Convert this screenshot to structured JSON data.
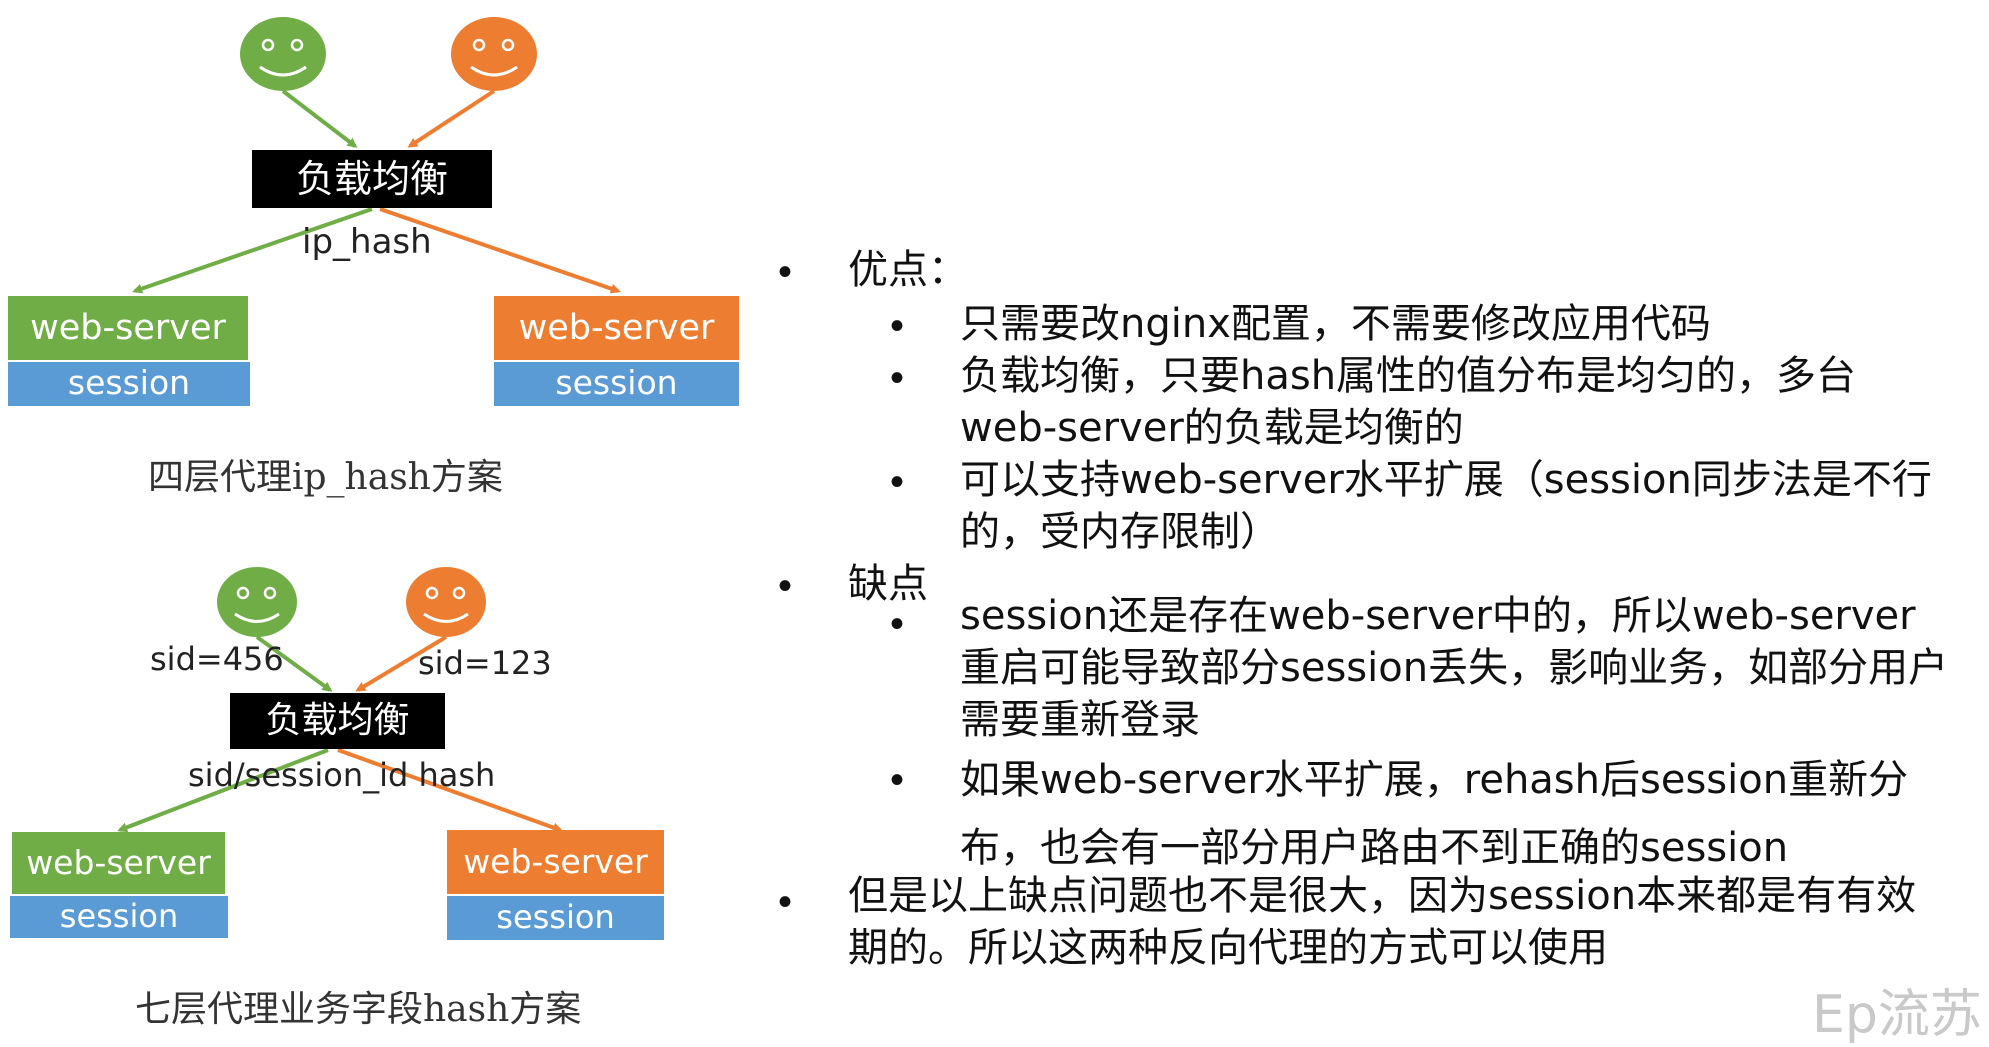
{
  "diagram1": {
    "lb_label": "负载均衡",
    "method": "ip_hash",
    "server_left": {
      "label": "web-server",
      "session": "session"
    },
    "server_right": {
      "label": "web-server",
      "session": "session"
    },
    "caption": "四层代理ip_hash方案"
  },
  "diagram2": {
    "lb_label": "负载均衡",
    "sid_left": "sid=456",
    "sid_right": "sid=123",
    "method": "sid/session_id hash",
    "server_left": {
      "label": "web-server",
      "session": "session"
    },
    "server_right": {
      "label": "web-server",
      "session": "session"
    },
    "caption": "七层代理业务字段hash方案"
  },
  "colors": {
    "green": "#70ad47",
    "orange": "#ed7d31",
    "session_blue": "#5b9bd5"
  },
  "text": {
    "pros_title": "优点：",
    "pros": [
      "只需要改nginx配置，不需要修改应用代码",
      "负载均衡，只要hash属性的值分布是均匀的，多台web-server的负载是均衡的",
      "可以支持web-server水平扩展（session同步法是不行的，受内存限制）"
    ],
    "cons_title": "缺点",
    "cons": [
      "session还是存在web-server中的，所以web-server重启可能导致部分session丢失，影响业务，如部分用户需要重新登录",
      "如果web-server水平扩展，rehash后session重新分布，也会有一部分用户路由不到正确的session"
    ],
    "conclusion": "但是以上缺点问题也不是很大，因为session本来都是有有效期的。所以这两种反向代理的方式可以使用"
  },
  "watermark": "Ep流苏"
}
